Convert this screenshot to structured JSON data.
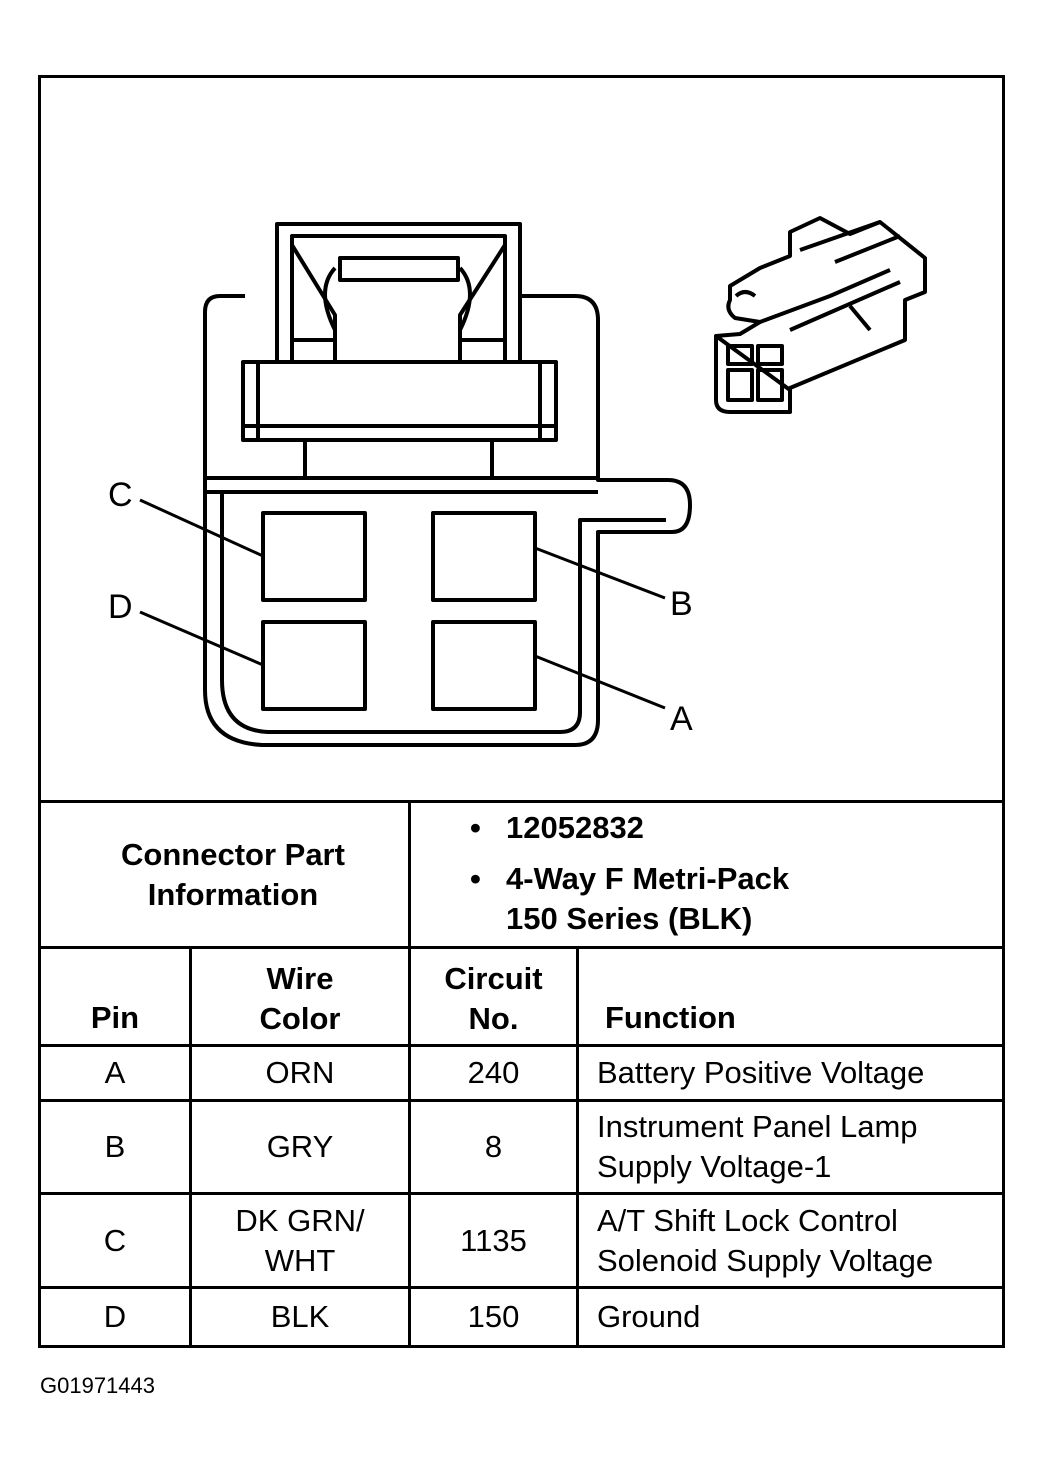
{
  "diagram": {
    "pin_labels": [
      "C",
      "B",
      "D",
      "A"
    ]
  },
  "part_info": {
    "heading": "Connector Part Information",
    "items": [
      "12052832",
      "4-Way F Metri-Pack 150 Series (BLK)"
    ]
  },
  "table": {
    "headers": {
      "pin": "Pin",
      "wire_color": "Wire Color",
      "circuit_no": "Circuit No.",
      "function": "Function"
    },
    "rows": [
      {
        "pin": "A",
        "wire_color": "ORN",
        "circuit": "240",
        "function": "Battery Positive Voltage"
      },
      {
        "pin": "B",
        "wire_color": "GRY",
        "circuit": "8",
        "function": "Instrument Panel Lamp Supply Voltage-1"
      },
      {
        "pin": "C",
        "wire_color": "DK GRN/ WHT",
        "circuit": "1135",
        "function": "A/T Shift Lock Control Solenoid Supply Voltage"
      },
      {
        "pin": "D",
        "wire_color": "BLK",
        "circuit": "150",
        "function": "Ground"
      }
    ]
  },
  "figure_id": "G01971443"
}
